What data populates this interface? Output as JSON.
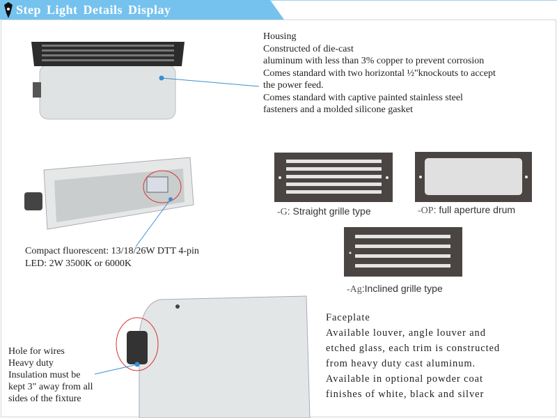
{
  "header": {
    "title": "Step  Light Details Display",
    "icon": "pen-nib-icon"
  },
  "housing": {
    "lines": [
      "Housing",
      "Constructed of die-cast",
      "aluminum with less than 3% copper to prevent corrosion",
      "Comes standard with two horizontal ½\"knockouts to accept",
      "the power feed.",
      "Comes standard with captive painted stainless steel",
      "fasteners and a molded silicone gasket"
    ]
  },
  "lamp": {
    "lines": [
      "Compact fluorescent: 13/18/26W DTT 4-pin",
      "LED: 2W 3500K or 6000K"
    ]
  },
  "wires": {
    "lines": [
      "Hole for wires",
      "Heavy duty",
      "Insulation must be",
      "kept 3\" away from all",
      "sides of the fixture"
    ]
  },
  "faceplate": {
    "lines": [
      "Faceplate",
      "Available louver, angle louver and",
      "etched glass, each trim is constructed",
      "from heavy duty cast aluminum.",
      "Available in optional powder coat",
      "finishes of white, black and silver"
    ]
  },
  "trims": [
    {
      "code": "-G",
      "label": ": Straight grille type"
    },
    {
      "code": "-OP",
      "label": ": full aperture drum"
    },
    {
      "code": "-Ag",
      "label": ":Inclined grille type"
    }
  ],
  "colors": {
    "header": "#75c2ee",
    "trim": "#4a4543",
    "callout": "#3a8fd0",
    "highlight": "#d83030"
  }
}
